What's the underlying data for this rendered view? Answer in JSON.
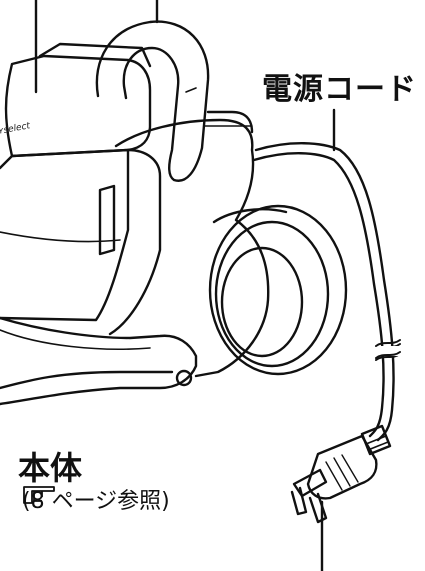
{
  "labels": {
    "cord": "電源コード",
    "body": "本体",
    "ref_open": "(",
    "ref_page": "8 ページ参照",
    "ref_close": ")",
    "brand": "ʏselect"
  },
  "icons": {
    "reference": "pointing-hand-icon"
  },
  "colors": {
    "line": "#111111",
    "background": "#ffffff"
  }
}
